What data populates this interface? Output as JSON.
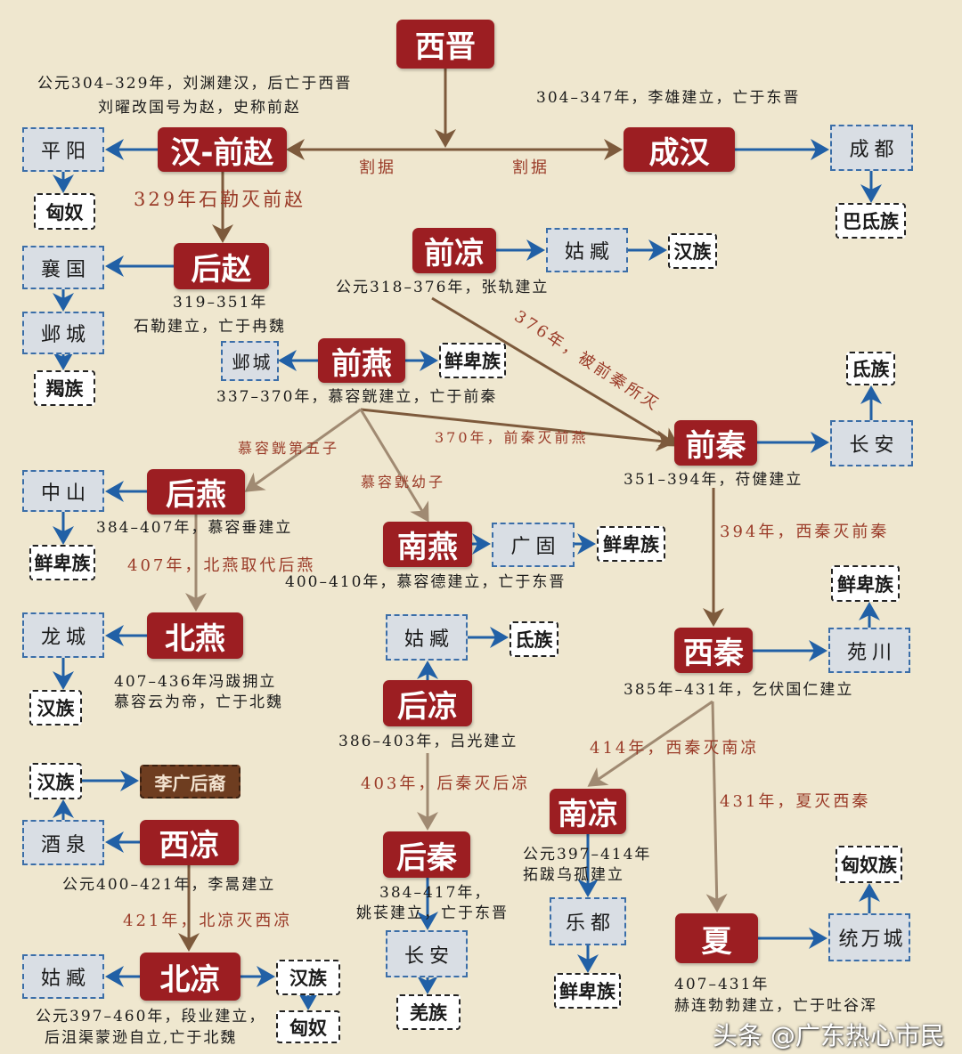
{
  "kingdoms": {
    "xijin": "西晋",
    "hanqianzhao": "汉-前赵",
    "chenghan": "成汉",
    "houzhao": "后赵",
    "qianliang": "前凉",
    "qianyan": "前燕",
    "qianqin": "前秦",
    "houyan": "后燕",
    "nanyan": "南燕",
    "beiyan": "北燕",
    "xiqin": "西秦",
    "houliang": "后凉",
    "nanliang": "南凉",
    "xiliang": "西凉",
    "houqin": "后秦",
    "xia": "夏",
    "beiliang": "北凉"
  },
  "cities": {
    "pingyang": "平阳",
    "chengdu": "成都",
    "guzang1": "姑臧",
    "xiangguo": "襄国",
    "yecheng1": "邺城",
    "yecheng2": "邺城",
    "changan1": "长安",
    "zhongshan": "中山",
    "guanggu": "广固",
    "longcheng": "龙城",
    "guzang2": "姑臧",
    "yuanchuan": "苑川",
    "jiuquan": "酒泉",
    "ledu": "乐都",
    "tongwancheng": "统万城",
    "changan2": "长安",
    "guzang3": "姑臧"
  },
  "ethnic": {
    "xiongnu1": "匈奴",
    "badi": "巴氐族",
    "han1": "汉族",
    "jie": "羯族",
    "xianbei1": "鲜卑族",
    "di1": "氐族",
    "xianbei2": "鲜卑族",
    "xianbei3": "鲜卑族",
    "xianbei4": "鲜卑族",
    "di2": "氐族",
    "han2": "汉族",
    "han3": "汉族",
    "liguang": "李广后裔",
    "xiongnu2": "匈奴族",
    "xianbei5": "鲜卑族",
    "han4": "汉族",
    "xiongnu3": "匈奴",
    "qiang": "羌族"
  },
  "notes": [
    "公元304–329年，刘渊建汉，后亡于西晋",
    "刘曜改国号为赵，史称前赵",
    "304–347年，李雄建立，亡于东晋",
    "319–351年",
    "石勒建立，亡于冉魏",
    "公元318–376年，张轨建立",
    "337–370年，慕容皝建立，亡于前秦",
    "351–394年，苻健建立",
    "384–407年，慕容垂建立",
    "400–410年，慕容德建立，亡于东晋",
    "407–436年冯跋拥立",
    "慕容云为帝，亡于北魏",
    "385年–431年，乞伏国仁建立",
    "386–403年，吕光建立",
    "公元397–414年",
    "拓跋乌孤建立",
    "公元400–421年，李暠建立",
    "384–417年，",
    "姚苌建立，亡于东晋",
    "407–431年",
    "赫连勃勃建立，亡于吐谷浑",
    "公元397–460年，段业建立，",
    "后沮渠蒙逊自立,亡于北魏"
  ],
  "events": [
    "割据",
    "割据",
    "329年石勒灭前赵",
    "376年，被前秦所灭",
    "慕容皝第五子",
    "370年，前秦灭前燕",
    "慕容皝幼子",
    "407年，北燕取代后燕",
    "394年，西秦灭前秦",
    "414年，西秦灭南凉",
    "403年，后秦灭后凉",
    "431年，夏灭西秦",
    "421年，北凉灭西凉"
  ],
  "watermark": "头条 @广东热心市民",
  "colors": {
    "kingdom": "#9c1e22",
    "city_border": "#3b6ea8",
    "arrow_blue": "#2160a6",
    "arrow_brown": "#7d5a3c",
    "event_text": "#9a3b28",
    "background": "#efe7cf"
  }
}
